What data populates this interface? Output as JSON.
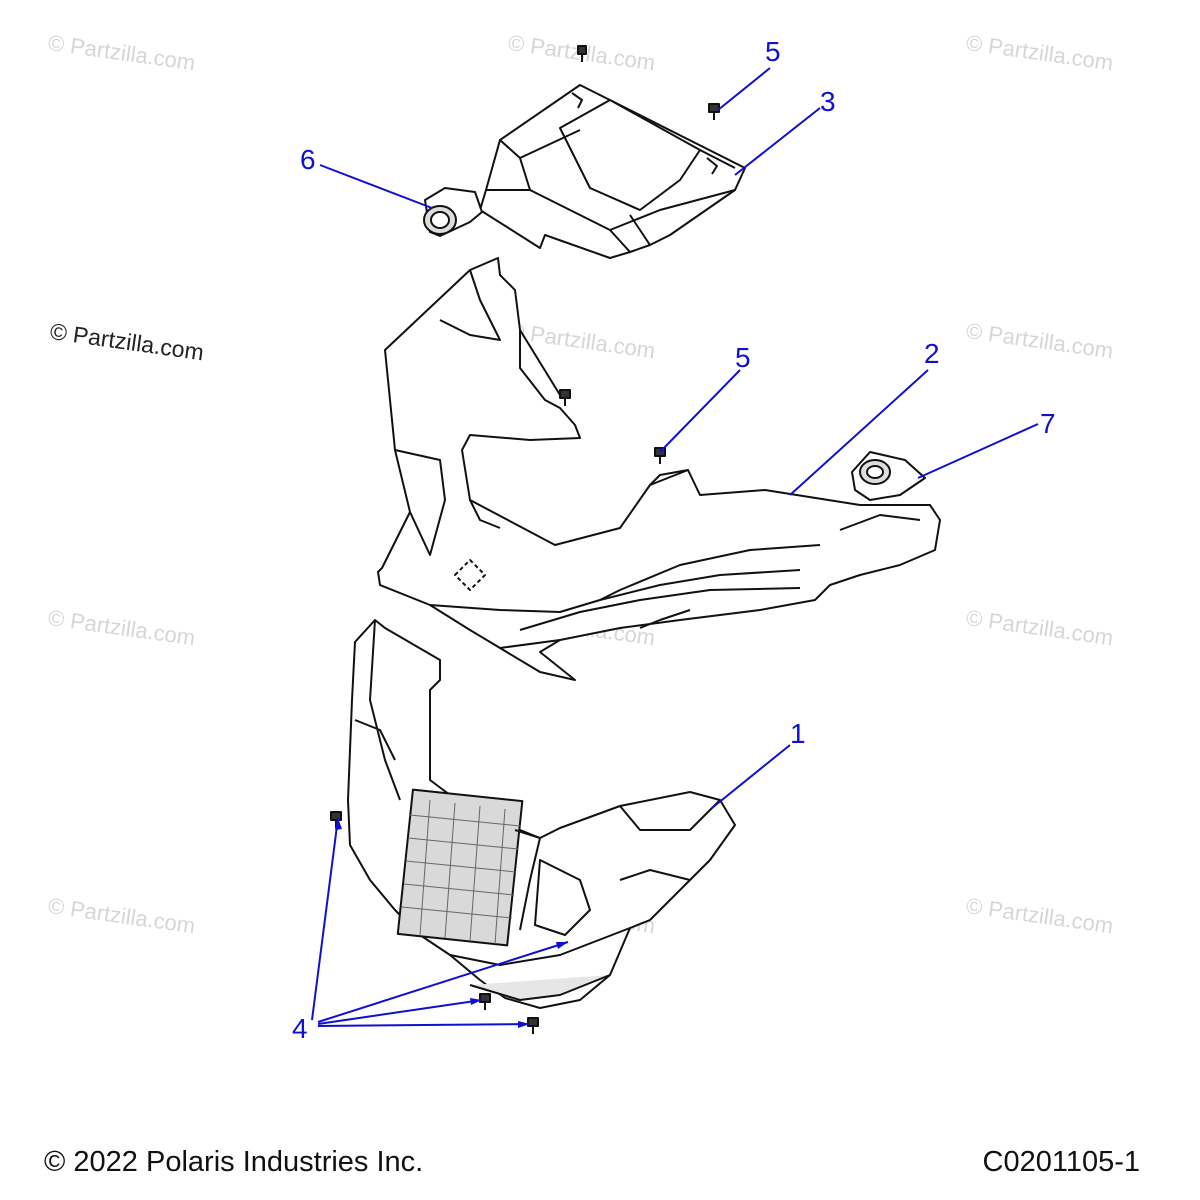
{
  "watermark": {
    "text": "© Partzilla.com"
  },
  "callouts": [
    {
      "id": "1",
      "label": "1"
    },
    {
      "id": "2",
      "label": "2"
    },
    {
      "id": "3",
      "label": "3"
    },
    {
      "id": "4",
      "label": "4"
    },
    {
      "id": "5a",
      "label": "5"
    },
    {
      "id": "5b",
      "label": "5"
    },
    {
      "id": "6",
      "label": "6"
    },
    {
      "id": "7",
      "label": "7"
    }
  ],
  "footer": {
    "copyright": "© 2022 Polaris Industries Inc.",
    "diagram_code": "C0201105-1"
  },
  "colors": {
    "callout": "#1010d0",
    "linework": "#111111",
    "watermark": "#d6d6d6"
  }
}
